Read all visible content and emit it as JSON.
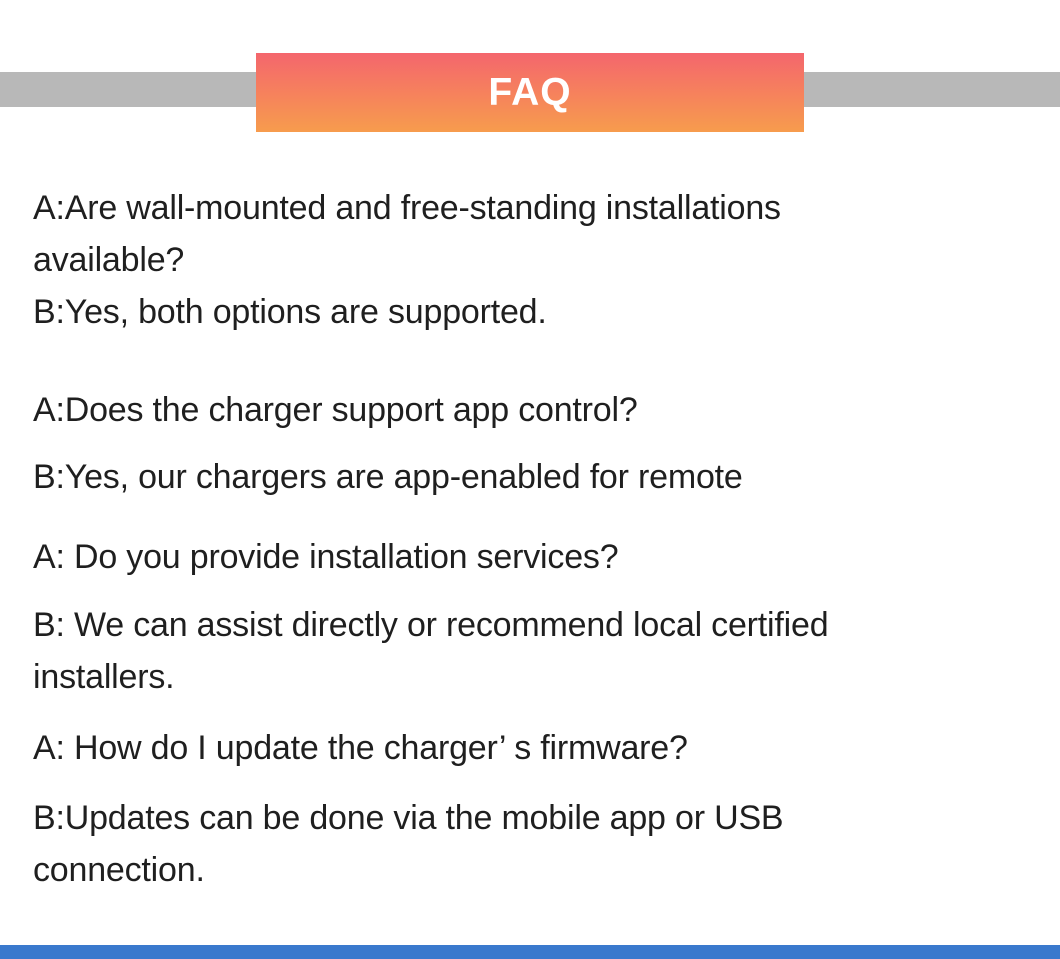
{
  "header": {
    "banner_label": "FAQ",
    "banner_gradient_top": "#f4666d",
    "banner_gradient_bottom": "#f79c4d",
    "banner_text_color": "#ffffff",
    "stripe_color": "#b8b8b8"
  },
  "faq": {
    "text_color": "#1f1f1f",
    "items": [
      {
        "question_lines": [
          "A:Are wall-mounted and free-standing installations",
          "available?"
        ],
        "answer_lines": [
          "B:Yes, both options are supported."
        ]
      },
      {
        "question_lines": [
          "A:Does the charger support app control?"
        ],
        "answer_lines": [
          "B:Yes, our chargers are app-enabled for remote"
        ]
      },
      {
        "question_lines": [
          "A: Do you provide installation services?"
        ],
        "answer_lines": [
          "B: We can assist directly or recommend local certified",
          "installers."
        ]
      },
      {
        "question_lines": [
          "A: How do I update the charger’ s firmware?"
        ],
        "answer_lines": [
          "B:Updates can be done via the mobile app or USB",
          "connection."
        ]
      }
    ]
  },
  "footer": {
    "divider_color": "#3a79cd"
  }
}
